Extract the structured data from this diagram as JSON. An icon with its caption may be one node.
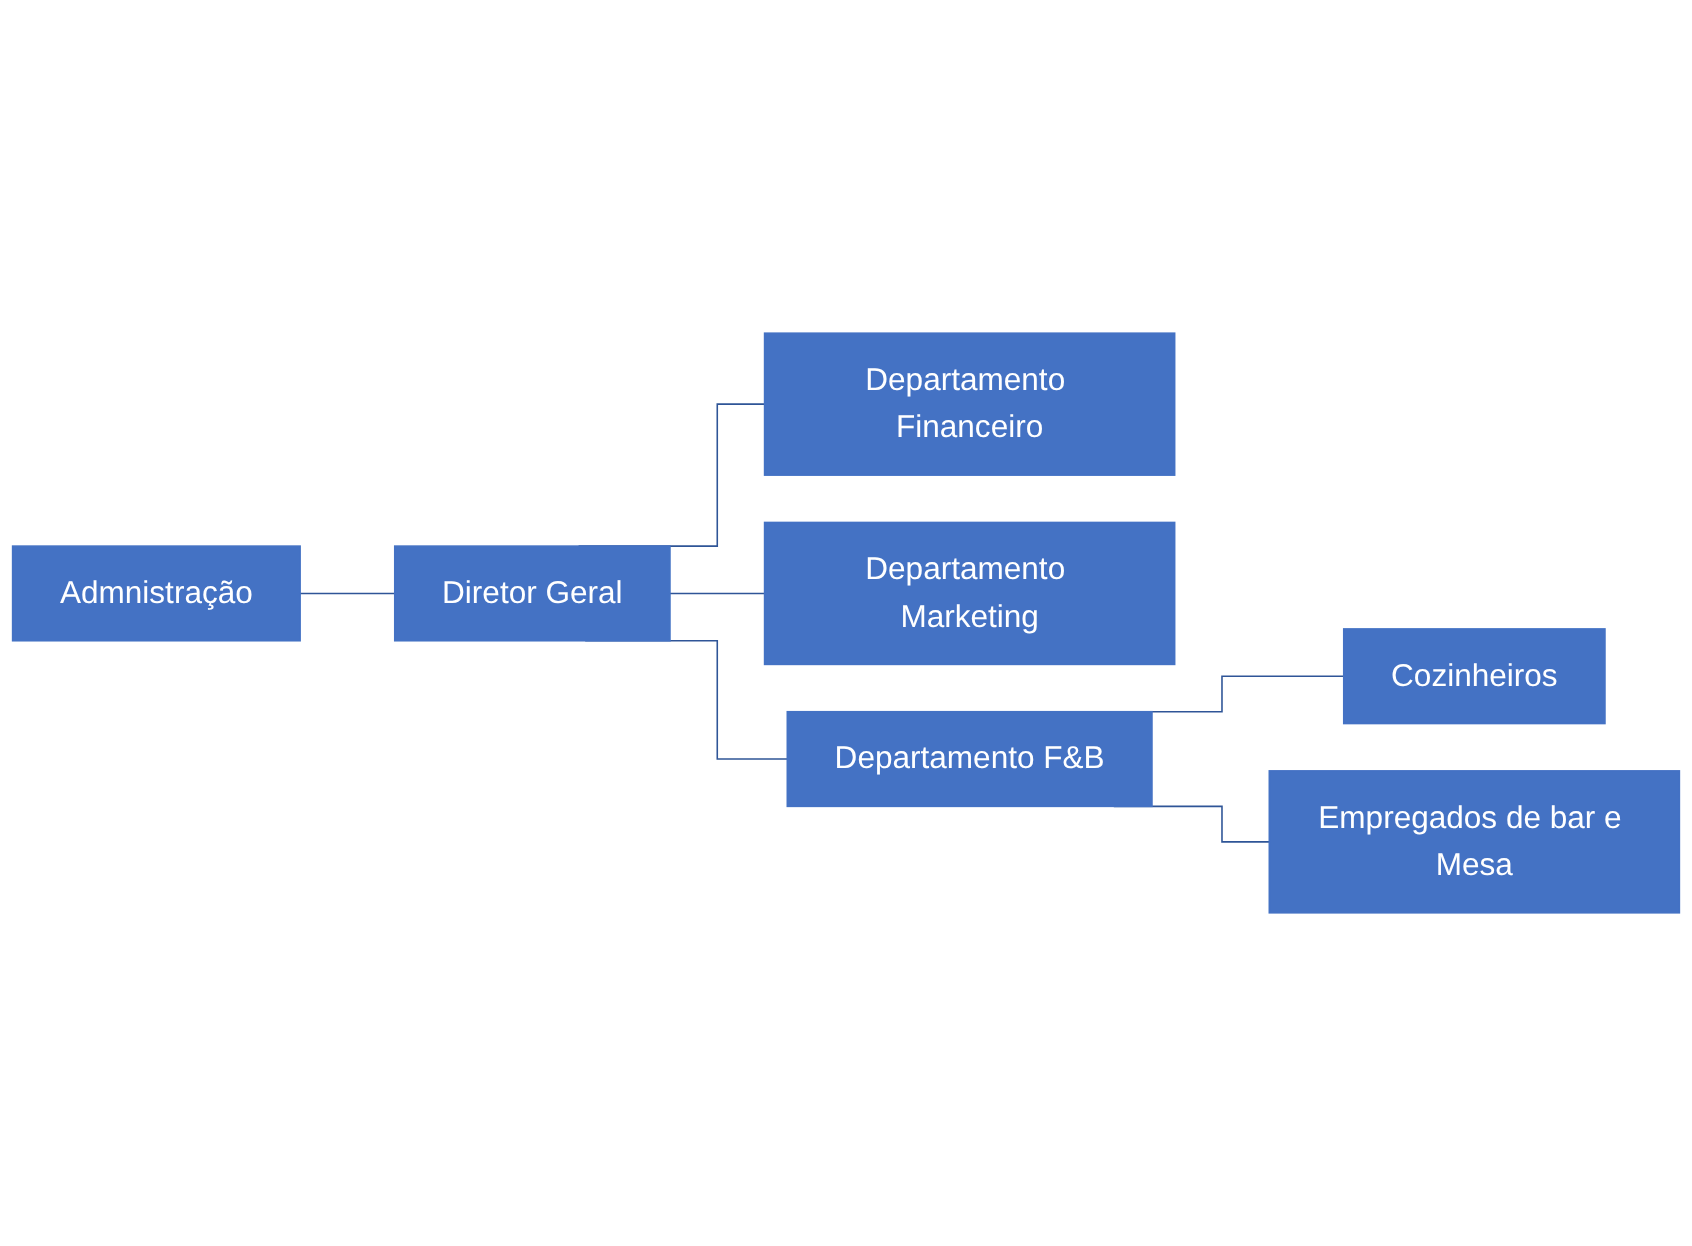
{
  "diagram": {
    "nodes": [
      {
        "text": [
          "Admnistração"
        ]
      },
      {
        "text": [
          "Diretor Geral"
        ]
      },
      {
        "text": [
          "Departamento Financeiro"
        ]
      },
      {
        "text": [
          "Departamento Marketing"
        ]
      },
      {
        "text": [
          "Departamento F&B"
        ]
      },
      {
        "text": [
          "Cozinheiros"
        ]
      },
      {
        "text": [
          "Empregados de bar e Mesa"
        ]
      }
    ],
    "edges": [
      {
        "from": 0,
        "to": 1,
        "arrow": "none"
      },
      {
        "from": 1,
        "to": 2,
        "arrow": "none"
      },
      {
        "from": 1,
        "to": 3,
        "arrow": "none"
      },
      {
        "from": 1,
        "to": 4,
        "arrow": "none"
      },
      {
        "from": 4,
        "to": 5,
        "arrow": "none"
      },
      {
        "from": 4,
        "to": 6,
        "arrow": "none"
      }
    ]
  }
}
